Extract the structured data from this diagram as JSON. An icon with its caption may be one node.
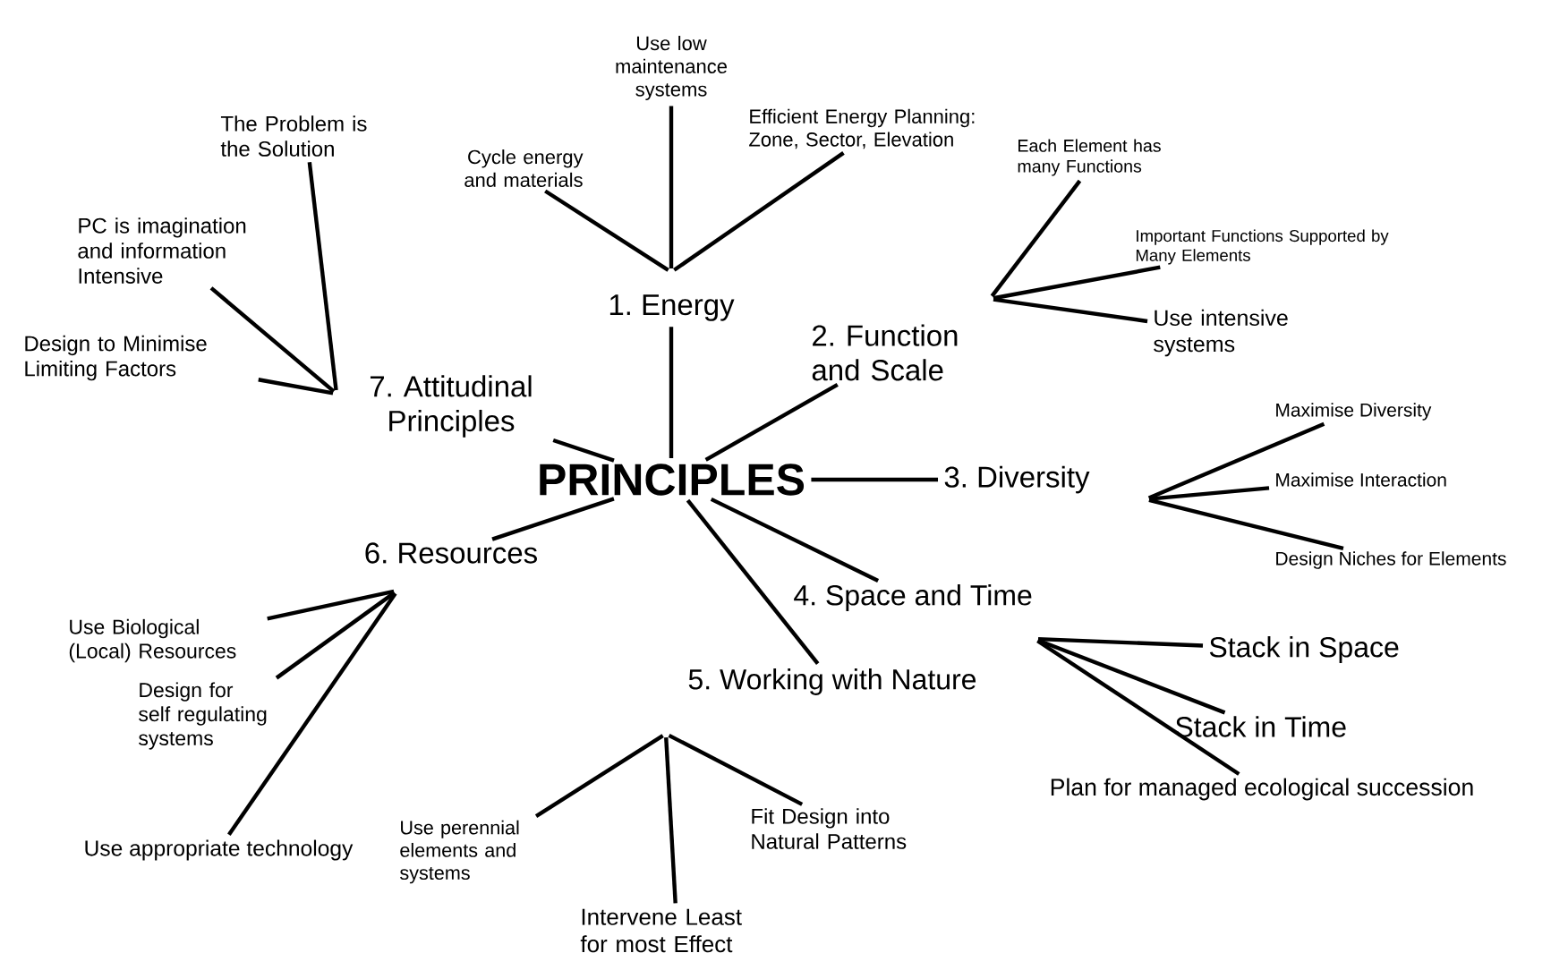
{
  "diagram": {
    "nodes": [
      {
        "text": [
          "PRINCIPLES"
        ]
      },
      {
        "text": [
          "1. Energy"
        ]
      },
      {
        "text": [
          "2. Function and Scale"
        ]
      },
      {
        "text": [
          "3. Diversity"
        ]
      },
      {
        "text": [
          "4. Space and Time"
        ]
      },
      {
        "text": [
          "5. Working with Nature"
        ]
      },
      {
        "text": [
          "6. Resources"
        ]
      },
      {
        "text": [
          "7. Attitudinal Principles"
        ]
      },
      {
        "text": [
          "Cycle energy and materials"
        ]
      },
      {
        "text": [
          "Use low maintenance systems"
        ]
      },
      {
        "text": [
          "Efficient Energy Planning: Zone, Sector, Elevation"
        ]
      },
      {
        "text": [
          "Each Element has many Functions"
        ]
      },
      {
        "text": [
          "Important Functions Supported by Many Elements"
        ]
      },
      {
        "text": [
          "Use intensive systems"
        ]
      },
      {
        "text": [
          "Maximise Diversity"
        ]
      },
      {
        "text": [
          "Maximise Interaction"
        ]
      },
      {
        "text": [
          "Design Niches for Elements"
        ]
      },
      {
        "text": [
          "Stack in Space"
        ]
      },
      {
        "text": [
          "Stack in Time"
        ]
      },
      {
        "text": [
          "Plan for managed ecological succession"
        ]
      },
      {
        "text": [
          "Use perennial elements and systems"
        ]
      },
      {
        "text": [
          "Intervene Least for most Effect"
        ]
      },
      {
        "text": [
          "Fit Design into Natural Patterns"
        ]
      },
      {
        "text": [
          "Use Biological (Local) Resources"
        ]
      },
      {
        "text": [
          "Design for self regulating systems"
        ]
      },
      {
        "text": [
          "Use appropriate technology"
        ]
      },
      {
        "text": [
          "The Problem is the Solution"
        ]
      },
      {
        "text": [
          "PC is imagination and information Intensive"
        ]
      },
      {
        "text": [
          "Design to Minimise Limiting Factors"
        ]
      }
    ],
    "edges": [
      {
        "from": 0,
        "to": 1,
        "arrow": "none"
      },
      {
        "from": 0,
        "to": 2,
        "arrow": "none"
      },
      {
        "from": 0,
        "to": 3,
        "arrow": "none"
      },
      {
        "from": 0,
        "to": 4,
        "arrow": "none"
      },
      {
        "from": 0,
        "to": 5,
        "arrow": "none"
      },
      {
        "from": 0,
        "to": 6,
        "arrow": "none"
      },
      {
        "from": 0,
        "to": 7,
        "arrow": "none"
      },
      {
        "from": 1,
        "to": 8,
        "arrow": "none"
      },
      {
        "from": 1,
        "to": 9,
        "arrow": "none"
      },
      {
        "from": 1,
        "to": 10,
        "arrow": "none"
      },
      {
        "from": 2,
        "to": 11,
        "arrow": "none"
      },
      {
        "from": 2,
        "to": 12,
        "arrow": "none"
      },
      {
        "from": 2,
        "to": 13,
        "arrow": "none"
      },
      {
        "from": 3,
        "to": 14,
        "arrow": "none"
      },
      {
        "from": 3,
        "to": 15,
        "arrow": "none"
      },
      {
        "from": 3,
        "to": 16,
        "arrow": "none"
      },
      {
        "from": 4,
        "to": 17,
        "arrow": "none"
      },
      {
        "from": 4,
        "to": 18,
        "arrow": "none"
      },
      {
        "from": 4,
        "to": 19,
        "arrow": "none"
      },
      {
        "from": 5,
        "to": 20,
        "arrow": "none"
      },
      {
        "from": 5,
        "to": 21,
        "arrow": "none"
      },
      {
        "from": 5,
        "to": 22,
        "arrow": "none"
      },
      {
        "from": 6,
        "to": 23,
        "arrow": "none"
      },
      {
        "from": 6,
        "to": 24,
        "arrow": "none"
      },
      {
        "from": 6,
        "to": 25,
        "arrow": "none"
      },
      {
        "from": 7,
        "to": 26,
        "arrow": "none"
      },
      {
        "from": 7,
        "to": 27,
        "arrow": "none"
      },
      {
        "from": 7,
        "to": 28,
        "arrow": "none"
      }
    ]
  }
}
